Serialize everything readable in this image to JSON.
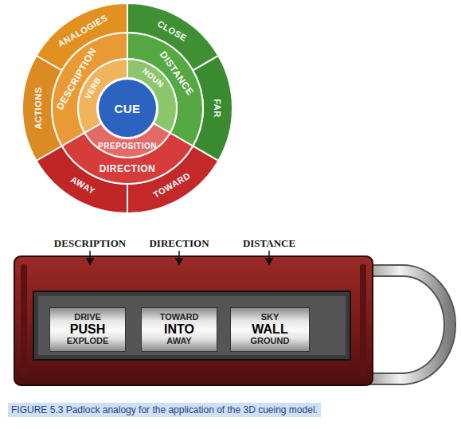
{
  "diagram": {
    "caption": "FIGURE 5.3 Padlock analogy for the application of the 3D cueing model.",
    "nodes": [
      {
        "text": [
          "ANALOGIES"
        ]
      },
      {
        "text": [
          "CLOSE"
        ]
      },
      {
        "text": [
          "ACTIONS"
        ]
      },
      {
        "text": [
          "DESCRIPTION"
        ]
      },
      {
        "text": [
          "VERB"
        ]
      },
      {
        "text": [
          "DISTANCE"
        ]
      },
      {
        "text": [
          "NOUN"
        ]
      },
      {
        "text": [
          "CUE"
        ]
      },
      {
        "text": [
          "FAR"
        ]
      },
      {
        "text": [
          "PREPOSITION"
        ]
      },
      {
        "text": [
          "DIRECTION"
        ]
      },
      {
        "text": [
          "AWAY"
        ]
      },
      {
        "text": [
          "TOWARD"
        ]
      },
      {
        "text": [
          "DRIVE",
          "PUSH",
          "EXPLODE"
        ]
      },
      {
        "text": [
          "TOWARD",
          "INTO",
          "AWAY"
        ]
      },
      {
        "text": [
          "SKY",
          "WALL",
          "GROUND"
        ]
      }
    ],
    "labels": [
      "DESCRIPTION",
      "DIRECTION",
      "DISTANCE"
    ]
  }
}
